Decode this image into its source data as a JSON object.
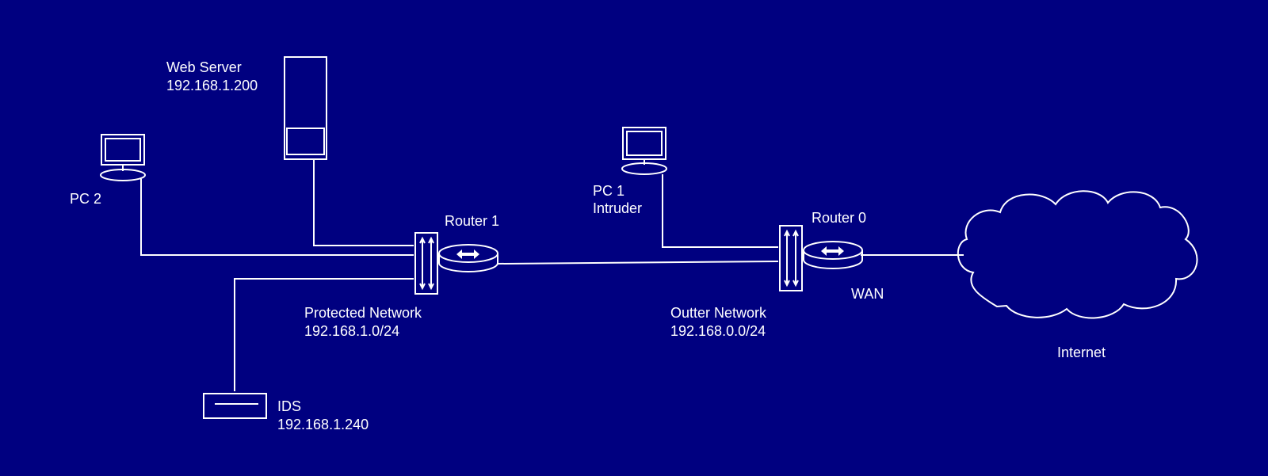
{
  "colors": {
    "background": "#000080",
    "stroke": "#ffffff"
  },
  "nodes": {
    "web_server": {
      "icon": "server-tower-icon",
      "name": "Web Server",
      "ip": "192.168.1.200"
    },
    "pc2": {
      "icon": "desktop-pc-icon",
      "name": "PC 2"
    },
    "pc1": {
      "icon": "desktop-pc-icon",
      "name": "PC 1",
      "role": "Intruder"
    },
    "router1": {
      "icon": "router-icon",
      "name": "Router 1"
    },
    "router0": {
      "icon": "router-icon",
      "name": "Router 0"
    },
    "switch1": {
      "icon": "switch-icon"
    },
    "switch0": {
      "icon": "switch-icon"
    },
    "ids": {
      "icon": "ids-appliance-icon",
      "name": "IDS",
      "ip": "192.168.1.240"
    },
    "internet": {
      "icon": "cloud-icon",
      "name": "Internet"
    }
  },
  "networks": {
    "protected": {
      "name": "Protected Network",
      "cidr": "192.168.1.0/24"
    },
    "outer": {
      "name": "Outter Network",
      "cidr": "192.168.0.0/24"
    },
    "wan": {
      "name": "WAN"
    }
  }
}
